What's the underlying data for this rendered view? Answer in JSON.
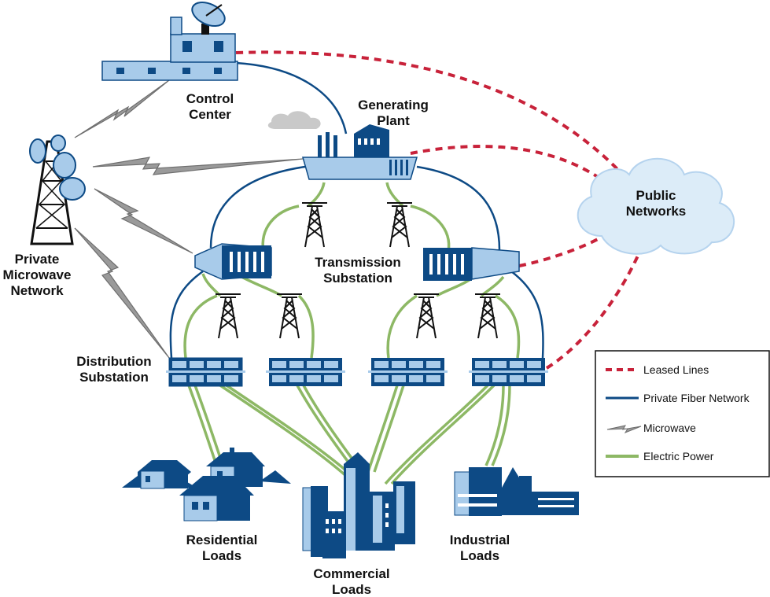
{
  "labels": {
    "control_center": [
      "Control",
      "Center"
    ],
    "generating_plant": [
      "Generating",
      "Plant"
    ],
    "public_networks": [
      "Public",
      "Networks"
    ],
    "private_microwave": [
      "Private",
      "Microwave",
      "Network"
    ],
    "transmission_substation": [
      "Transmission",
      "Substation"
    ],
    "distribution_substation": [
      "Distribution",
      "Substation"
    ],
    "residential_loads": [
      "Residential",
      "Loads"
    ],
    "commercial_loads": [
      "Commercial",
      "Loads"
    ],
    "industrial_loads": [
      "Industrial",
      "Loads"
    ]
  },
  "legend": {
    "leased_lines": "Leased Lines",
    "private_fiber": "Private Fiber Network",
    "microwave": "Microwave",
    "electric_power": "Electric Power"
  },
  "colors": {
    "leased": "#c8223a",
    "fiber": "#0d4a85",
    "microwave": "#8a8a8a",
    "power": "#8db865",
    "building_dark": "#0d4a85",
    "building_light": "#a8cbea",
    "cloud": "#dcecf8"
  }
}
